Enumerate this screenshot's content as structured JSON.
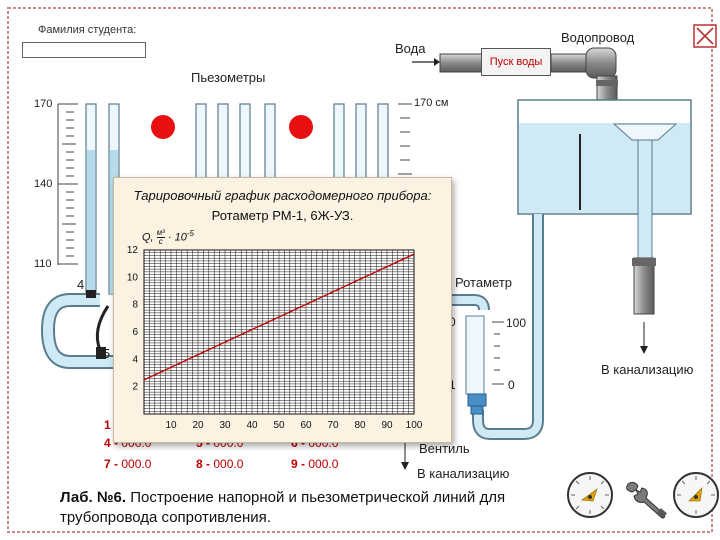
{
  "student": {
    "label": "Фамилия студента:",
    "value": ""
  },
  "labels": {
    "water_in": "Вода",
    "water_supply": "Водопровод",
    "piezometers": "Пьезометры",
    "rotameter": "Ротаметр",
    "valve": "Вентиль",
    "drain_right": "В канализацию",
    "drain_bottom": "В канализацию"
  },
  "controls": {
    "start_water": "Пуск воды",
    "close_icon": "close-icon"
  },
  "scale": {
    "left_ticks": [
      "170",
      "140",
      "110"
    ],
    "right_top_label": "170 см"
  },
  "taps": [
    "4",
    "5"
  ],
  "rotameter_scale": {
    "top_left": "0",
    "top_right": "100",
    "bottom_left": "1",
    "bottom_right": "0"
  },
  "readings": [
    {
      "idx": "1",
      "value": ""
    },
    {
      "idx": "4 -",
      "value": "000.0"
    },
    {
      "idx": "5 -",
      "value": "000.0"
    },
    {
      "idx": "6 -",
      "value": "000.0"
    },
    {
      "idx": "7 -",
      "value": "000.0"
    },
    {
      "idx": "8 -",
      "value": "000.0"
    },
    {
      "idx": "9 -",
      "value": "000.0"
    }
  ],
  "lab": {
    "number": "Лаб. №6.",
    "title_line1": "Построение напорной и пьезометрической линий для",
    "title_line2": "трубопровода сопротивления."
  },
  "chart_data": {
    "type": "line",
    "title": "Тарировочный график расходомерного прибора:",
    "subtitle": "Ротаметр РМ-1, 6Ж-УЗ.",
    "ylabel": "Q, м³/с · 10⁻⁵",
    "ylabel_parts": {
      "q": "Q,",
      "unit_num": "м³",
      "unit_den": "с",
      "mult": "· 10",
      "exp": "-5"
    },
    "xlabel": "",
    "x": [
      0,
      100
    ],
    "series": [
      {
        "values": [
          2.5,
          11.7
        ]
      }
    ],
    "xlim": [
      0,
      100
    ],
    "ylim": [
      0,
      12
    ],
    "x_ticks": [
      "10",
      "20",
      "30",
      "40",
      "50",
      "60",
      "70",
      "80",
      "90",
      "100"
    ],
    "y_ticks": [
      "2",
      "4",
      "6",
      "8",
      "10",
      "12"
    ],
    "grid": true,
    "line_color": "#c00000"
  },
  "colors": {
    "page_border": "#c98a8a",
    "water": "#cfe9f5",
    "pipe": "#9fd0e6",
    "marker_red": "#e81010",
    "value_red": "#c00000"
  }
}
